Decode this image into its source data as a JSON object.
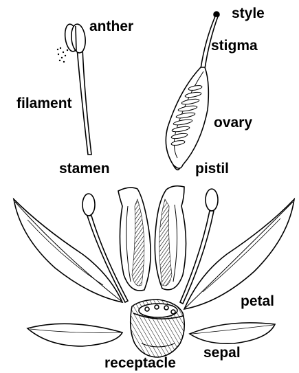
{
  "labels": {
    "anther": "anther",
    "filament": "filament",
    "stamen": "stamen",
    "style": "style",
    "stigma": "stigma",
    "ovary": "ovary",
    "pistil": "pistil",
    "petal": "petal",
    "sepal": "sepal",
    "receptacle": "receptacle"
  },
  "colors": {
    "ink": "#000000",
    "paper": "#ffffff",
    "shade": "#6b6b6b"
  }
}
